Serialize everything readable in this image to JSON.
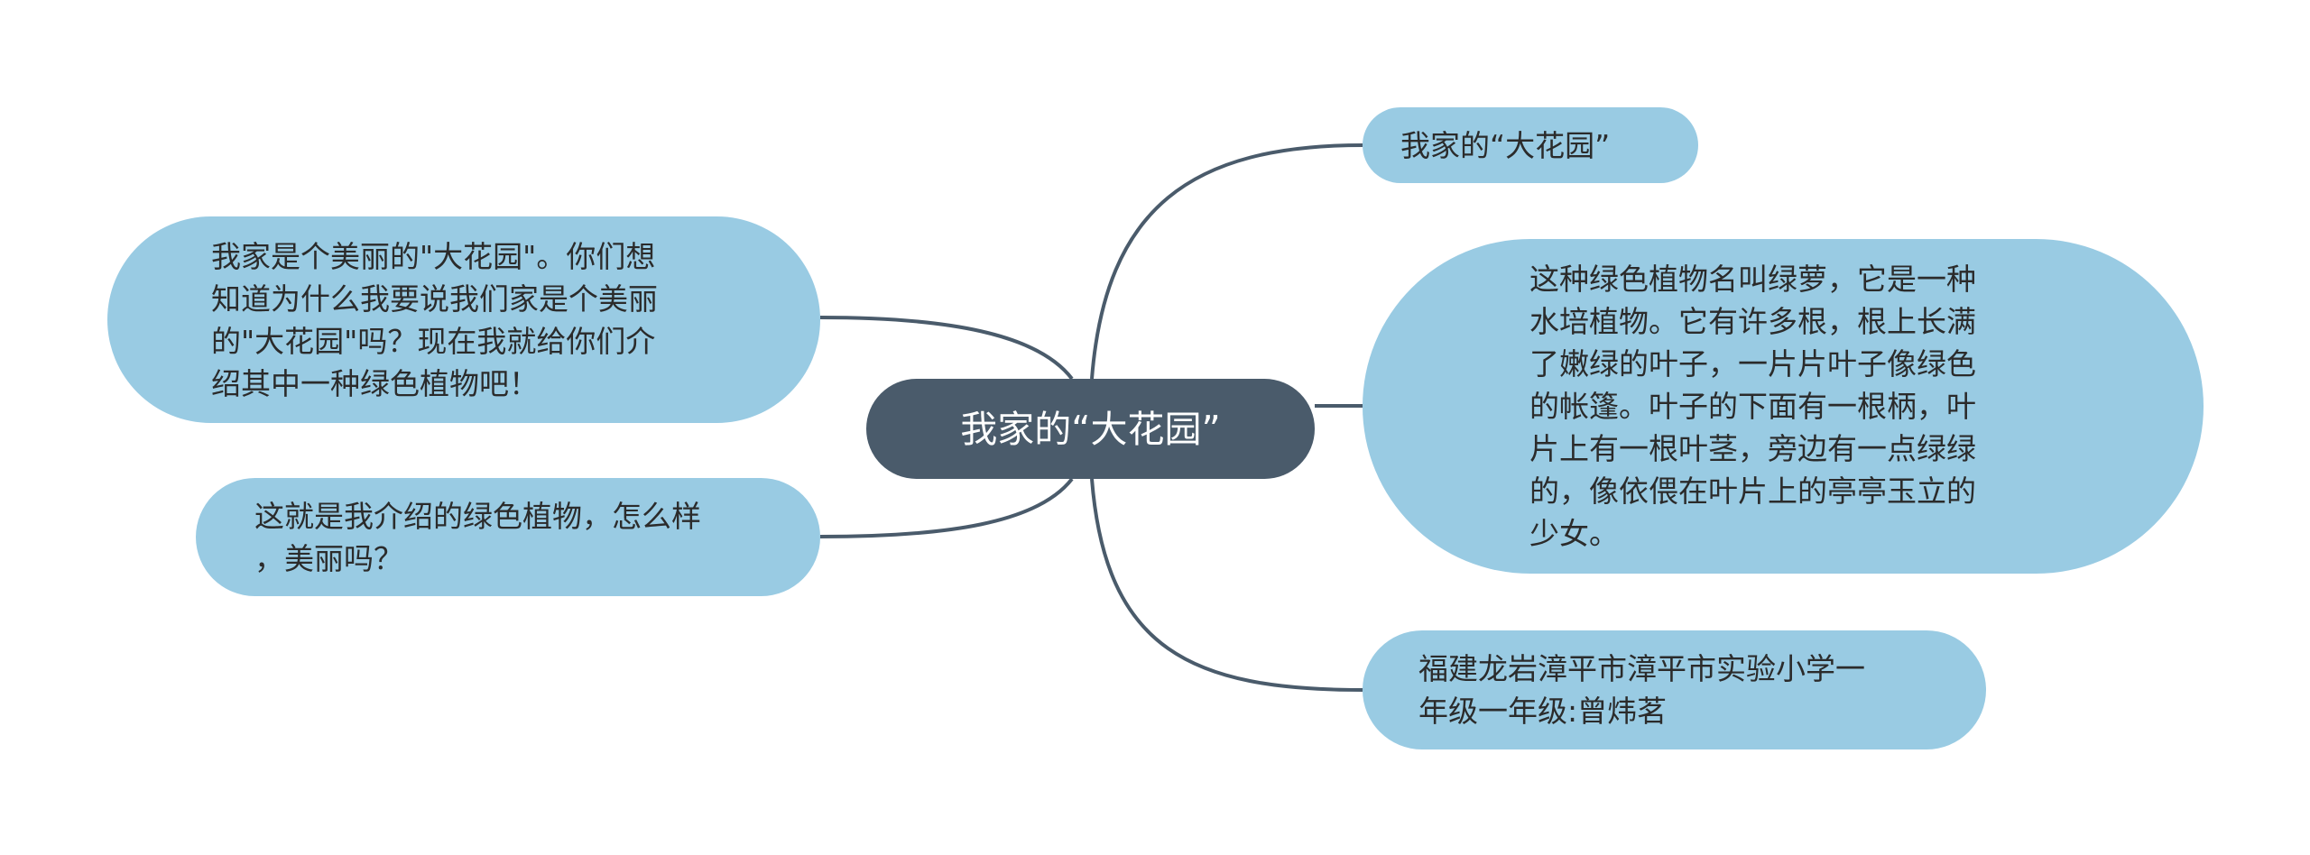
{
  "center": {
    "title": "我家的“大花园”"
  },
  "branches": {
    "r1": "我家的“大花园”",
    "r2": "这种绿色植物名叫绿萝，它是一种\n水培植物。它有许多根，根上长满\n了嫩绿的叶子，一片片叶子像绿色\n的帐篷。叶子的下面有一根柄，叶\n片上有一根叶茎，旁边有一点绿绿\n的，像依偎在叶片上的亭亭玉立的\n少女。",
    "r3": "福建龙岩漳平市漳平市实验小学一\n年级一年级:曾炜茗",
    "l1": "我家是个美丽的\"大花园\"。你们想\n知道为什么我要说我们家是个美丽\n的\"大花园\"吗？现在我就给你们介\n绍其中一种绿色植物吧！",
    "l2": "这就是我介绍的绿色植物，怎么样\n，美丽吗？"
  },
  "colors": {
    "center_fill": "#4a5b6b",
    "branch_fill": "#99cbe3",
    "connector": "#4a5b6b",
    "text_dark": "#2b2b2b",
    "text_light": "#ffffff"
  }
}
